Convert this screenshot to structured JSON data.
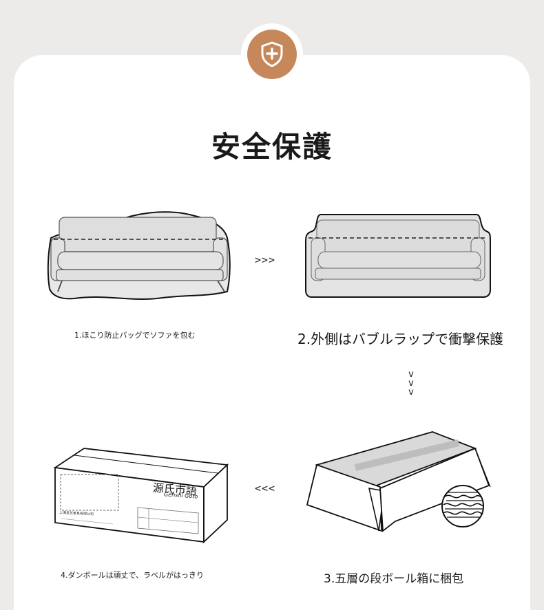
{
  "title": "安全保護",
  "steps": {
    "step1": {
      "caption": "1.ほこり防止バッグでソファを包む"
    },
    "step2": {
      "caption": "2.外側はバブルラップで衝撃保護"
    },
    "step3": {
      "caption": "3.五層の段ボール箱に梱包"
    },
    "step4": {
      "caption": "4.ダンボールは頑丈で、ラベルがはっきり"
    }
  },
  "arrows": {
    "right": ">>>",
    "down": [
      "v",
      "v",
      "v"
    ],
    "left": "<<<"
  },
  "box_label": {
    "brand": "源氏市語",
    "brand_sub": "Genshi Goto",
    "company": "上海呈艺家具有限公司"
  },
  "colors": {
    "accent": "#c6875a",
    "background": "#ecebe9",
    "card": "#ffffff"
  },
  "icons": {
    "badge": "shield-plus-icon"
  }
}
